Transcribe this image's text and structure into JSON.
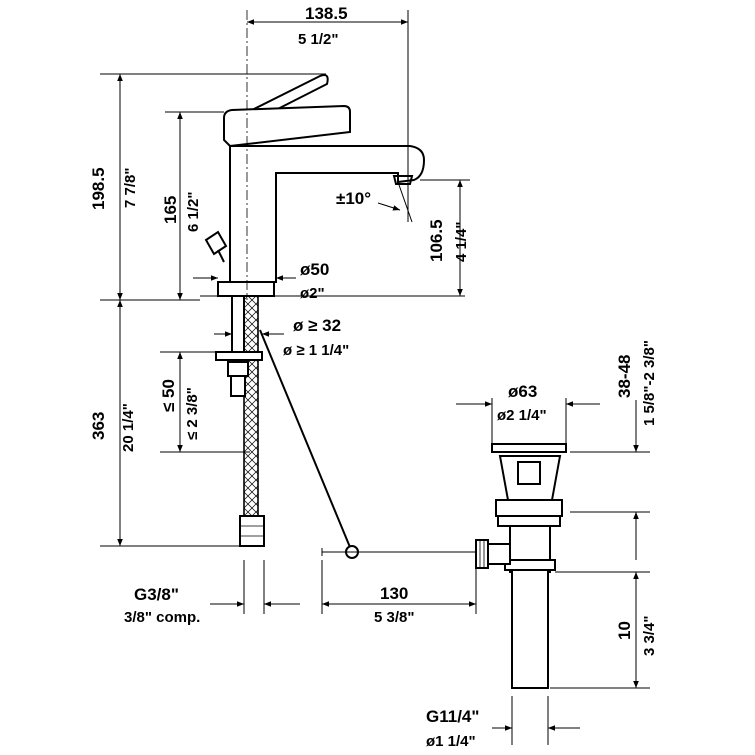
{
  "labels": {
    "width_mm": "138.5",
    "width_in": "5 1/2\"",
    "height_total_mm": "198.5",
    "height_total_in": "7 7/8\"",
    "height_body_mm": "165",
    "height_body_in": "6 1/2\"",
    "angle": "±10°",
    "spout_height_mm": "106.5",
    "spout_height_in": "4 1/4\"",
    "base_dia_mm": "ø50",
    "base_dia_in": "ø2\"",
    "hole_dia_mm": "ø ≥ 32",
    "hole_dia_in": "ø ≥ 1 1/4\"",
    "deck_mm": "≤ 50",
    "deck_in": "≤ 2 3/8\"",
    "hose_length_mm": "363",
    "hose_length_in": "20 1/4\"",
    "connection_a": "G3/8\"",
    "connection_b": "3/8\" comp.",
    "rod_mm": "130",
    "rod_in": "5 3/8\"",
    "drain_dia_mm": "ø63",
    "drain_dia_in": "ø2 1/4\"",
    "basin_mm": "38-48",
    "basin_in": "1 5/8\"-2 3/8\"",
    "tail_mm": "10",
    "tail_in": "3 3/4\"",
    "thread_a": "G11/4\"",
    "thread_b": "ø1 1/4\""
  }
}
